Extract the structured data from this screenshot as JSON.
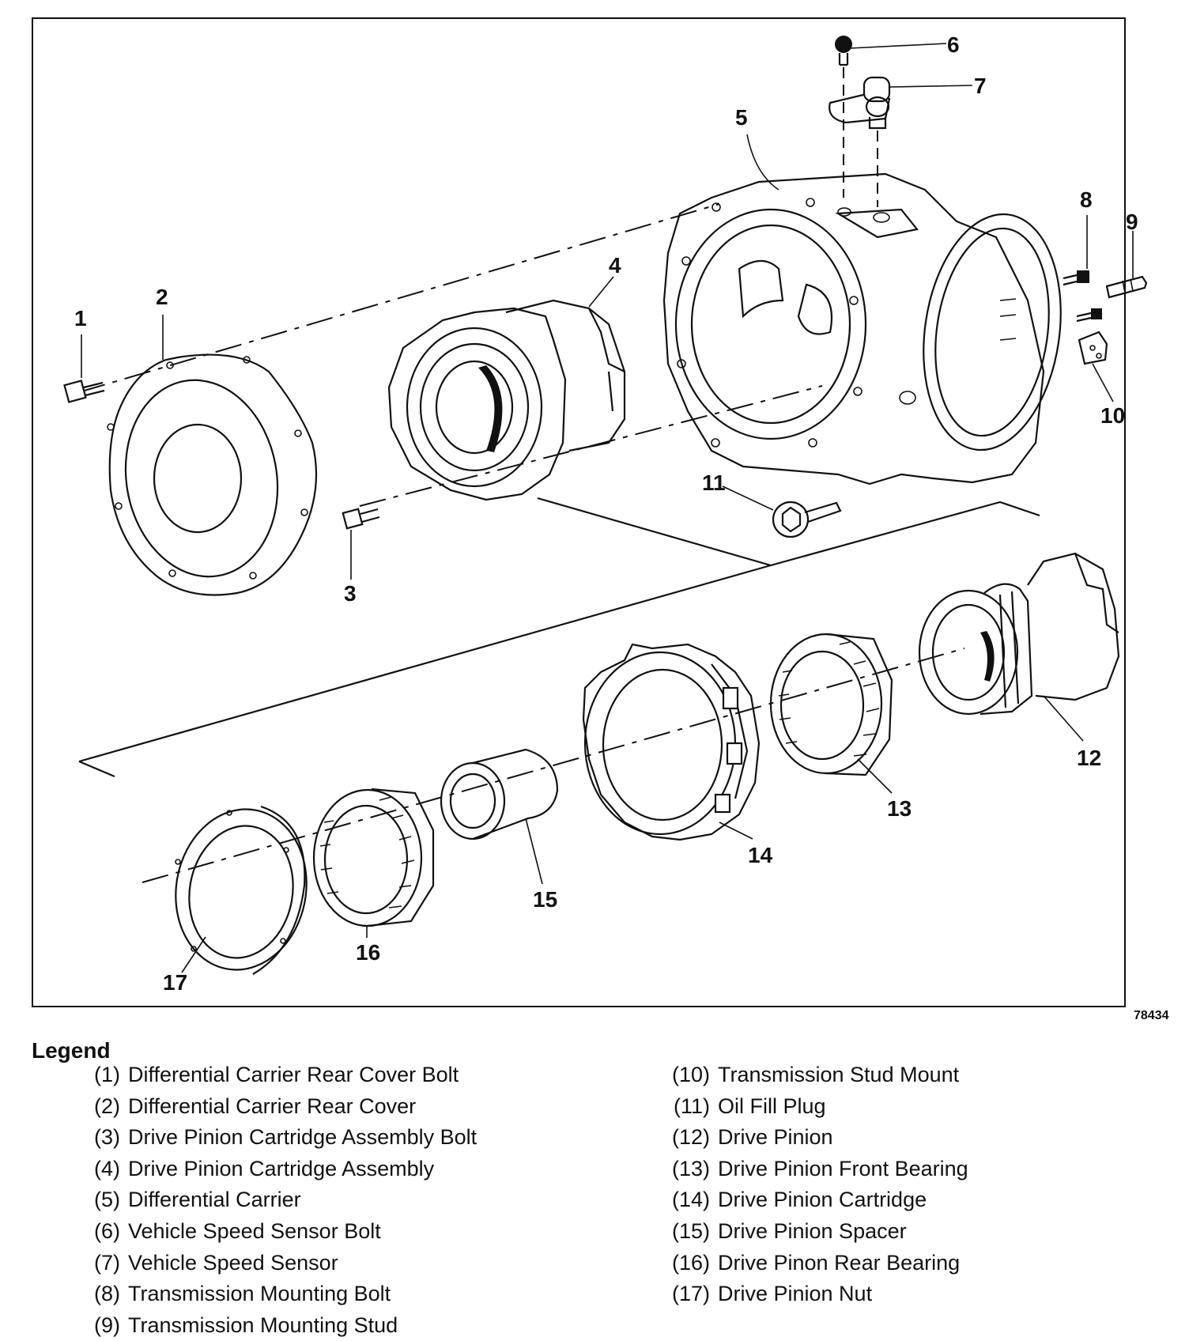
{
  "figure": {
    "figure_number": "78434",
    "callouts": [
      "1",
      "2",
      "3",
      "4",
      "5",
      "6",
      "7",
      "8",
      "9",
      "10",
      "11",
      "12",
      "13",
      "14",
      "15",
      "16",
      "17"
    ]
  },
  "legend": {
    "title": "Legend",
    "items": [
      {
        "num": "(1)",
        "label": "Differential Carrier Rear Cover Bolt"
      },
      {
        "num": "(2)",
        "label": "Differential Carrier Rear Cover"
      },
      {
        "num": "(3)",
        "label": "Drive Pinion Cartridge Assembly Bolt"
      },
      {
        "num": "(4)",
        "label": "Drive Pinion Cartridge Assembly"
      },
      {
        "num": "(5)",
        "label": "Differential Carrier"
      },
      {
        "num": "(6)",
        "label": "Vehicle Speed Sensor Bolt"
      },
      {
        "num": "(7)",
        "label": "Vehicle Speed Sensor"
      },
      {
        "num": "(8)",
        "label": "Transmission Mounting Bolt"
      },
      {
        "num": "(9)",
        "label": "Transmission Mounting Stud"
      },
      {
        "num": "(10)",
        "label": "Transmission Stud Mount"
      },
      {
        "num": "(11)",
        "label": "Oil Fill Plug"
      },
      {
        "num": "(12)",
        "label": "Drive Pinion"
      },
      {
        "num": "(13)",
        "label": "Drive Pinion Front Bearing"
      },
      {
        "num": "(14)",
        "label": "Drive Pinion Cartridge"
      },
      {
        "num": "(15)",
        "label": "Drive Pinion Spacer"
      },
      {
        "num": "(16)",
        "label": "Drive Pinon Rear Bearing"
      },
      {
        "num": "(17)",
        "label": "Drive Pinion Nut"
      }
    ]
  }
}
